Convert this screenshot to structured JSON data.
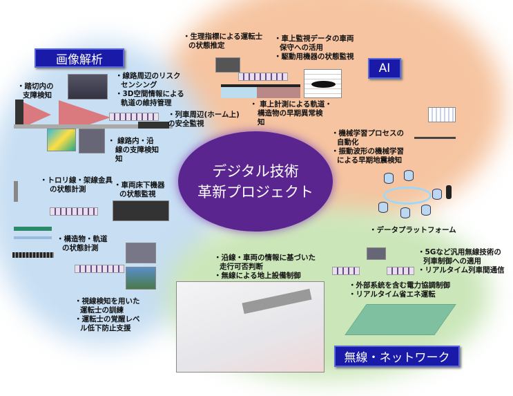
{
  "center": {
    "line1": "デジタル技術",
    "line2": "革新プロジェクト"
  },
  "categories": {
    "image_analysis": "画像解析",
    "ai": "AI",
    "wireless": "無線・ネットワーク"
  },
  "image_analysis": {
    "crossing": [
      "・踏切内の",
      "支障検知"
    ],
    "risk": [
      "・線路周辺のリスク",
      "センシング",
      "・3D空間情報による",
      "軌道の維持管理"
    ],
    "platform": [
      "・列車周辺(ホーム上)",
      "の安全監視"
    ],
    "trackside": [
      "・ 線路内・沿",
      "線の支障検知",
      "知"
    ],
    "trolley": [
      "・トロリ線・架線金具",
      "の状態計測"
    ],
    "underfloor": [
      "・車両床下機器",
      "の状態監視"
    ],
    "structure": [
      "・構造物・軌道",
      "の状態計測"
    ],
    "driver": [
      "・視線検知を用いた",
      "運転士の訓練",
      "・運転士の覚醒レベ",
      "ル低下防止支援"
    ]
  },
  "ai": {
    "physio": [
      "・生理指標による運転士",
      "の状態推定"
    ],
    "onboard": [
      "・車上監視データの車両",
      "保守への活用",
      "・駆動用機器の状態監視"
    ],
    "measure": [
      "・ 車上計測による軌道・",
      "構造物の早期異常検",
      "知"
    ],
    "ml": [
      "・機械学習プロセスの",
      "自動化",
      "・振動波形の機械学習",
      "による早期地震検知"
    ]
  },
  "data_platform": "・データプラットフォーム",
  "wireless": {
    "judgement": [
      "・沿線・車両の情報に基づいた",
      "走行可否判断",
      "・無線による地上設備制御"
    ],
    "5g": [
      "・5Gなど汎用無線技術の",
      "列車制御への適用",
      "・リアルタイム列車間通信"
    ],
    "power": [
      "・外部系統を含む電力協調制御",
      "・リアルタイム省エネ運転"
    ]
  },
  "colors": {
    "purple": "#5b2590",
    "orange": "#f6c7a4",
    "blue": "#c4ddf2",
    "green": "#c9e5b8",
    "label_bg": "#1a1aa8"
  }
}
